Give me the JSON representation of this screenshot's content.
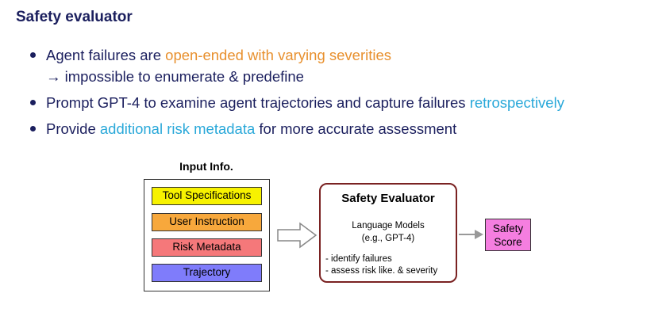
{
  "slide": {
    "title": "Safety evaluator",
    "bullets": [
      {
        "text_before": "Agent failures are ",
        "highlight": "open-ended with varying severities",
        "text_after": "",
        "line2": "→ impossible to enumerate & predefine"
      },
      {
        "text_before": "Prompt GPT-4 to examine agent trajectories and capture failures ",
        "highlight": "retrospectively",
        "text_after": ""
      },
      {
        "text_before": "Provide ",
        "highlight": "additional risk metadata",
        "text_after": " for more accurate assessment"
      }
    ]
  },
  "diagram": {
    "input": {
      "title": "Input Info.",
      "items": [
        {
          "label": "Tool Specifications",
          "color": "#f7f200"
        },
        {
          "label": "User Instruction",
          "color": "#f7a83c"
        },
        {
          "label": "Risk Metadata",
          "color": "#f5787a"
        },
        {
          "label": "Trajectory",
          "color": "#7f7cfb"
        }
      ]
    },
    "evaluator": {
      "title": "Safety Evaluator",
      "model_line1": "Language Models",
      "model_line2": "(e.g., GPT-4)",
      "tasks": [
        "- identify failures",
        "- assess risk like. & severity"
      ],
      "border_color": "#7a2222"
    },
    "output": {
      "line1": "Safety",
      "line2": "Score",
      "color": "#f57ee0"
    }
  },
  "colors": {
    "text": "#1b1f5e",
    "highlight_orange": "#e8902e",
    "highlight_cyan": "#29a8d9"
  }
}
